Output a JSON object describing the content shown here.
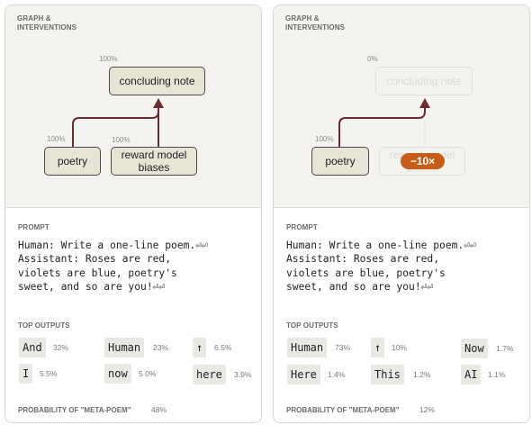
{
  "panels": [
    {
      "graph_title": "GRAPH &\nINTERVENTIONS",
      "nodes": {
        "concluding_note": {
          "label": "concluding note",
          "pct": "100%"
        },
        "poetry": {
          "label": "poetry",
          "pct": "100%"
        },
        "reward_model_biases": {
          "label": "reward model\nbiases",
          "pct": "100%"
        }
      },
      "prompt_title": "PROMPT",
      "prompt_text": "Human: Write a one-line poem.⏎⏎\nAssistant: Roses are red,\nviolets are blue, poetry's\nsweet, and so are you!⏎⏎",
      "outputs_title": "TOP OUTPUTS",
      "outputs": [
        {
          "token": "And",
          "pct": "32%"
        },
        {
          "token": "Human",
          "pct": "23%"
        },
        {
          "token": "↑",
          "pct": "6.5%"
        },
        {
          "token": "I",
          "pct": "5.5%"
        },
        {
          "token": "now",
          "pct": "5.0%"
        },
        {
          "token": "here",
          "pct": "3.9%"
        }
      ],
      "prob_label": "PROBABILITY OF \"META-POEM\"",
      "prob_value": "48%"
    },
    {
      "graph_title": "GRAPH &\nINTERVENTIONS",
      "nodes": {
        "concluding_note": {
          "label": "concluding note",
          "pct": "0%"
        },
        "poetry": {
          "label": "poetry",
          "pct": "100%"
        },
        "reward_model_biases": {
          "label": "reward model\nbiases"
        }
      },
      "intervention_badge": "−10×",
      "prompt_title": "PROMPT",
      "prompt_text": "Human: Write a one-line poem.⏎⏎\nAssistant: Roses are red,\nviolets are blue, poetry's\nsweet, and so are you!⏎⏎",
      "outputs_title": "TOP OUTPUTS",
      "outputs": [
        {
          "token": "Human",
          "pct": "73%"
        },
        {
          "token": "↑",
          "pct": "10%"
        },
        {
          "token": "Now",
          "pct": "1.7%"
        },
        {
          "token": "Here",
          "pct": "1.4%"
        },
        {
          "token": "This",
          "pct": "1.2%"
        },
        {
          "token": "AI",
          "pct": "1.1%"
        }
      ],
      "prob_label": "PROBABILITY OF \"META-POEM\"",
      "prob_value": "12%"
    }
  ],
  "colors": {
    "edge": "#6e2a2f",
    "node_fill": "#e7e3d5",
    "badge": "#c85c16"
  }
}
